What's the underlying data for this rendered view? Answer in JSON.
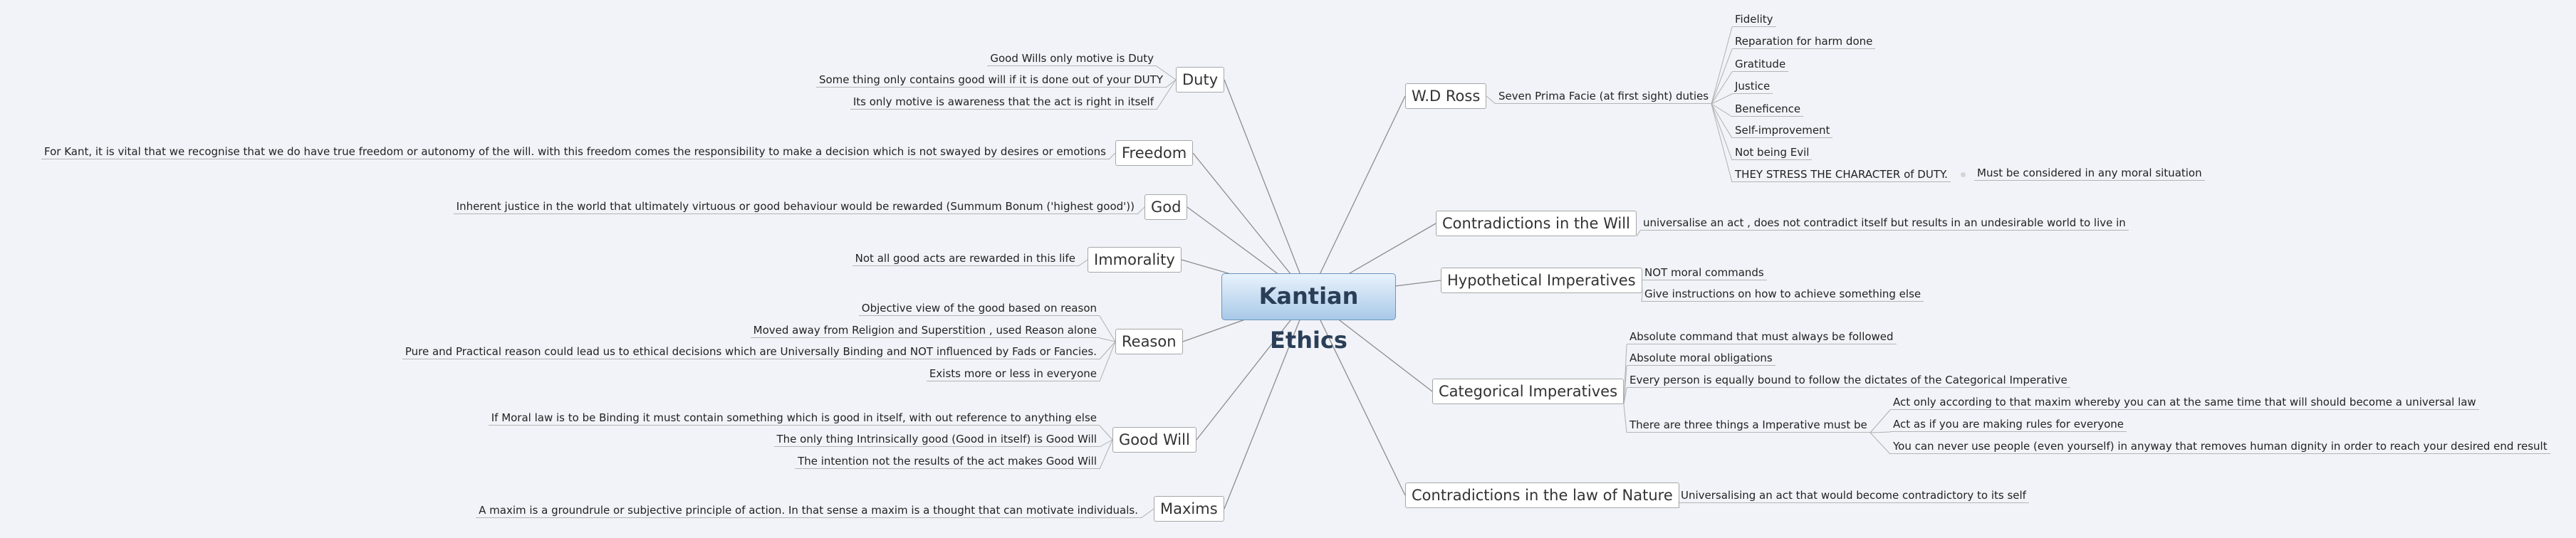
{
  "root": "Kantian Ethics",
  "left": [
    {
      "label": "Duty",
      "children": [
        "Good Wills only motive is Duty",
        "Some thing only contains good will if it is done out of your DUTY",
        "Its only  motive is awareness that the act is right in itself"
      ]
    },
    {
      "label": "Freedom",
      "children": [
        "For Kant, it is vital that we recognise that we do have true freedom or autonomy of the will. with this freedom comes the responsibility to make a decision which is not swayed by desires or emotions"
      ]
    },
    {
      "label": "God",
      "children": [
        "Inherent justice in the world that ultimately virtuous or good behaviour would be rewarded (Summum Bonum ('highest good'))"
      ]
    },
    {
      "label": "Immorality",
      "children": [
        "Not all good acts are rewarded in this life"
      ]
    },
    {
      "label": "Reason",
      "children": [
        "Objective view of the good based on reason",
        "Moved away from Religion and Superstition , used Reason alone",
        "Pure and Practical reason could lead us to ethical decisions which are Universally  Binding and NOT influenced by Fads or Fancies.",
        "Exists more or less in everyone"
      ]
    },
    {
      "label": "Good Will",
      "children": [
        "If Moral law is to be Binding it must contain something which is good in itself, with out reference to anything else",
        "The only thing Intrinsically good (Good in itself) is Good Will",
        "The intention not the results of the act makes Good Will"
      ]
    },
    {
      "label": "Maxims",
      "children": [
        "A maxim is a groundrule or subjective principle of action. In that sense a maxim is a thought that can motivate individuals."
      ]
    }
  ],
  "right": [
    {
      "label": "W.D Ross",
      "sub": "Seven Prima Facie (at first sight) duties",
      "children": [
        "Fidelity",
        "Reparation for harm done",
        "Gratitude",
        "Justice",
        "Beneficence",
        "Self-improvement",
        "Not being Evil",
        "THEY STRESS THE CHARACTER of DUTY."
      ],
      "extra": "Must be considered in any moral situation"
    },
    {
      "label": "Contradictions in the Will",
      "children": [
        "universalise an act , does not contradict itself but results in an undesirable world to live in"
      ]
    },
    {
      "label": "Hypothetical Imperatives",
      "children": [
        "NOT moral commands",
        "Give instructions on how to achieve something else"
      ]
    },
    {
      "label": "Categorical Imperatives",
      "children": [
        "Absolute command that must always be followed",
        "Absolute moral obligations",
        "Every person is equally bound to follow the dictates of the Categorical Imperative",
        "There are three things a Imperative must be"
      ],
      "sub_children": [
        "Act only according to that maxim whereby you can at the same time that will should become a universal law",
        "Act as if you are making rules for everyone",
        "You can never use people (even yourself) in anyway that removes human dignity in order to reach your desired end result"
      ]
    },
    {
      "label": "Contradictions in the law of Nature",
      "children": [
        "Universalising an act  that would become contradictory to its self"
      ]
    }
  ]
}
